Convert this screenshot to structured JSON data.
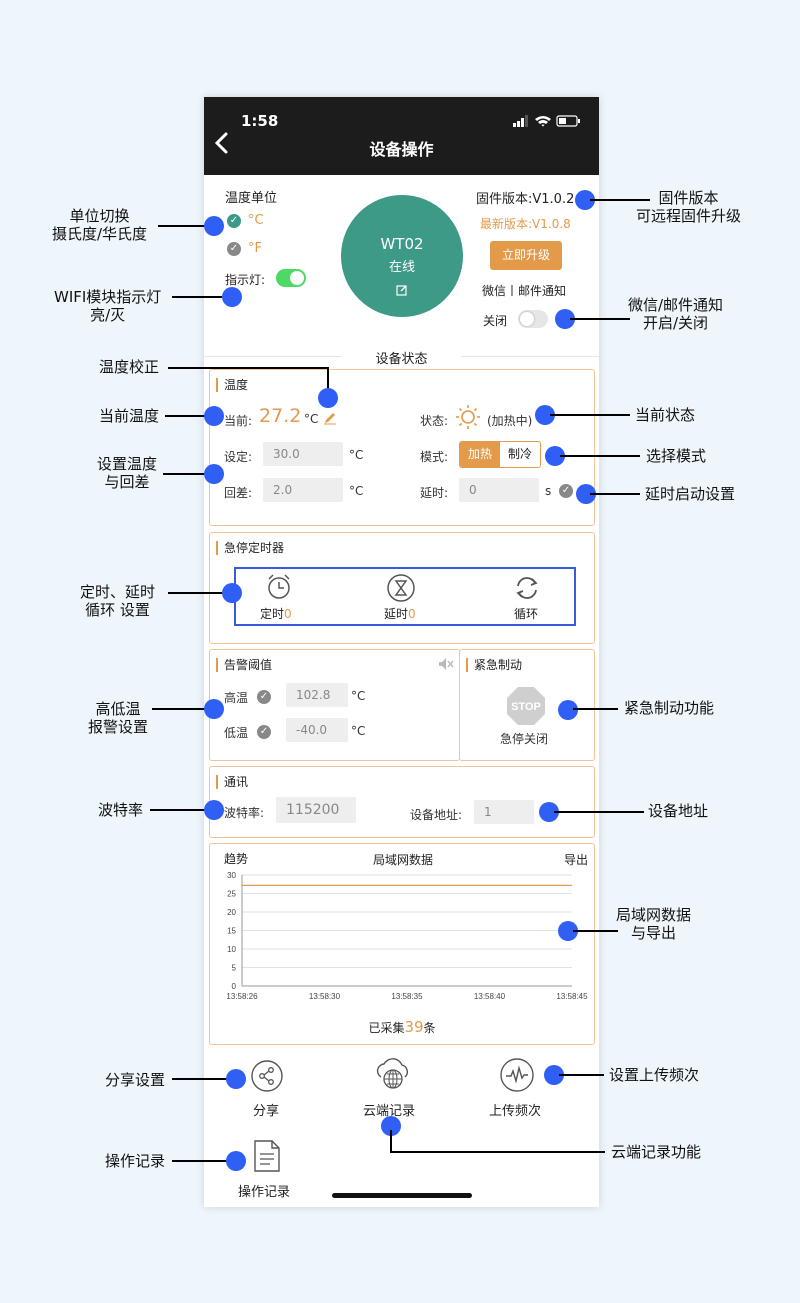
{
  "status_bar": {
    "time": "1:58"
  },
  "header": {
    "title": "设备操作"
  },
  "top": {
    "unit_label": "温度单位",
    "unit_c": "°C",
    "unit_f": "°F",
    "indicator_label": "指示灯:",
    "device_name": "WT02",
    "device_status": "在线",
    "firmware_version": "固件版本:V1.0.2",
    "latest_version": "最新版本:V1.0.8",
    "upgrade_button": "立即升级",
    "notify_label": "微信丨邮件通知",
    "notify_toggle_label": "关闭",
    "indicator_on": true,
    "notify_on": false
  },
  "section_title": "设备状态",
  "temperature": {
    "title": "温度",
    "current_label": "当前:",
    "current_value": "27.2",
    "unit": "°C",
    "state_label": "状态:",
    "state_value": "(加热中)",
    "set_label": "设定:",
    "set_value": "30.0",
    "mode_label": "模式:",
    "mode_heat": "加热",
    "mode_cool": "制冷",
    "diff_label": "回差:",
    "diff_value": "2.0",
    "delay_label": "延时:",
    "delay_value": "0",
    "delay_unit": "s"
  },
  "timer": {
    "title": "急停定时器",
    "timing_label": "定时",
    "timing_count": "0",
    "delay_label": "延时",
    "delay_count": "0",
    "loop_label": "循环"
  },
  "alarm": {
    "title": "告警阈值",
    "high_label": "高温",
    "high_value": "102.8",
    "low_label": "低温",
    "low_value": "-40.0",
    "unit": "°C"
  },
  "emergency": {
    "title": "紧急制动",
    "stop_text": "STOP",
    "stop_label": "急停关闭"
  },
  "comm": {
    "title": "通讯",
    "baud_label": "波特率:",
    "baud_value": "115200",
    "address_label": "设备地址:",
    "address_value": "1"
  },
  "trend": {
    "title": "趋势",
    "lan_label": "局域网数据",
    "export_label": "导出",
    "collected_prefix": "已采集",
    "collected_count": "39",
    "collected_suffix": "条"
  },
  "chart_data": {
    "type": "line",
    "x": [
      "13:58:26",
      "13:58:30",
      "13:58:35",
      "13:58:40",
      "13:58:45"
    ],
    "series": [
      {
        "values": [
          27.2,
          27.2,
          27.2,
          27.2,
          27.2
        ],
        "color": "#e39a4a"
      }
    ],
    "ylim": [
      0,
      30
    ],
    "yticks": [
      0,
      5,
      10,
      15,
      20,
      25,
      30
    ],
    "grid": true
  },
  "bottom": {
    "share_label": "分享",
    "cloud_label": "云端记录",
    "upload_label": "上传频次",
    "log_label": "操作记录"
  },
  "annotations": {
    "unit_switch_1": "单位切换",
    "unit_switch_2": "摄氏度/华氏度",
    "wifi_1": "WIFI模块指示灯",
    "wifi_2": "亮/灭",
    "firmware_1": "固件版本",
    "firmware_2": "可远程固件升级",
    "notify_1": "微信/邮件通知",
    "notify_2": "开启/关闭",
    "calibrate": "温度校正",
    "current_temp": "当前温度",
    "current_state": "当前状态",
    "set_temp_1": "设置温度",
    "set_temp_2": "与回差",
    "mode_select": "选择模式",
    "delay_setting": "延时启动设置",
    "timer_1": "定时、延时",
    "timer_2": "循环 设置",
    "alarm_1": "高低温",
    "alarm_2": "报警设置",
    "emergency": "紧急制动功能",
    "baud": "波特率",
    "address": "设备地址",
    "lan_1": "局域网数据",
    "lan_2": "与导出",
    "share": "分享设置",
    "upload": "设置上传频次",
    "log": "操作记录",
    "cloud": "云端记录功能"
  },
  "colors": {
    "accent": "#e39a4a",
    "teal": "#3d9a86",
    "marker": "#2f5ff5",
    "green": "#4cd964"
  }
}
